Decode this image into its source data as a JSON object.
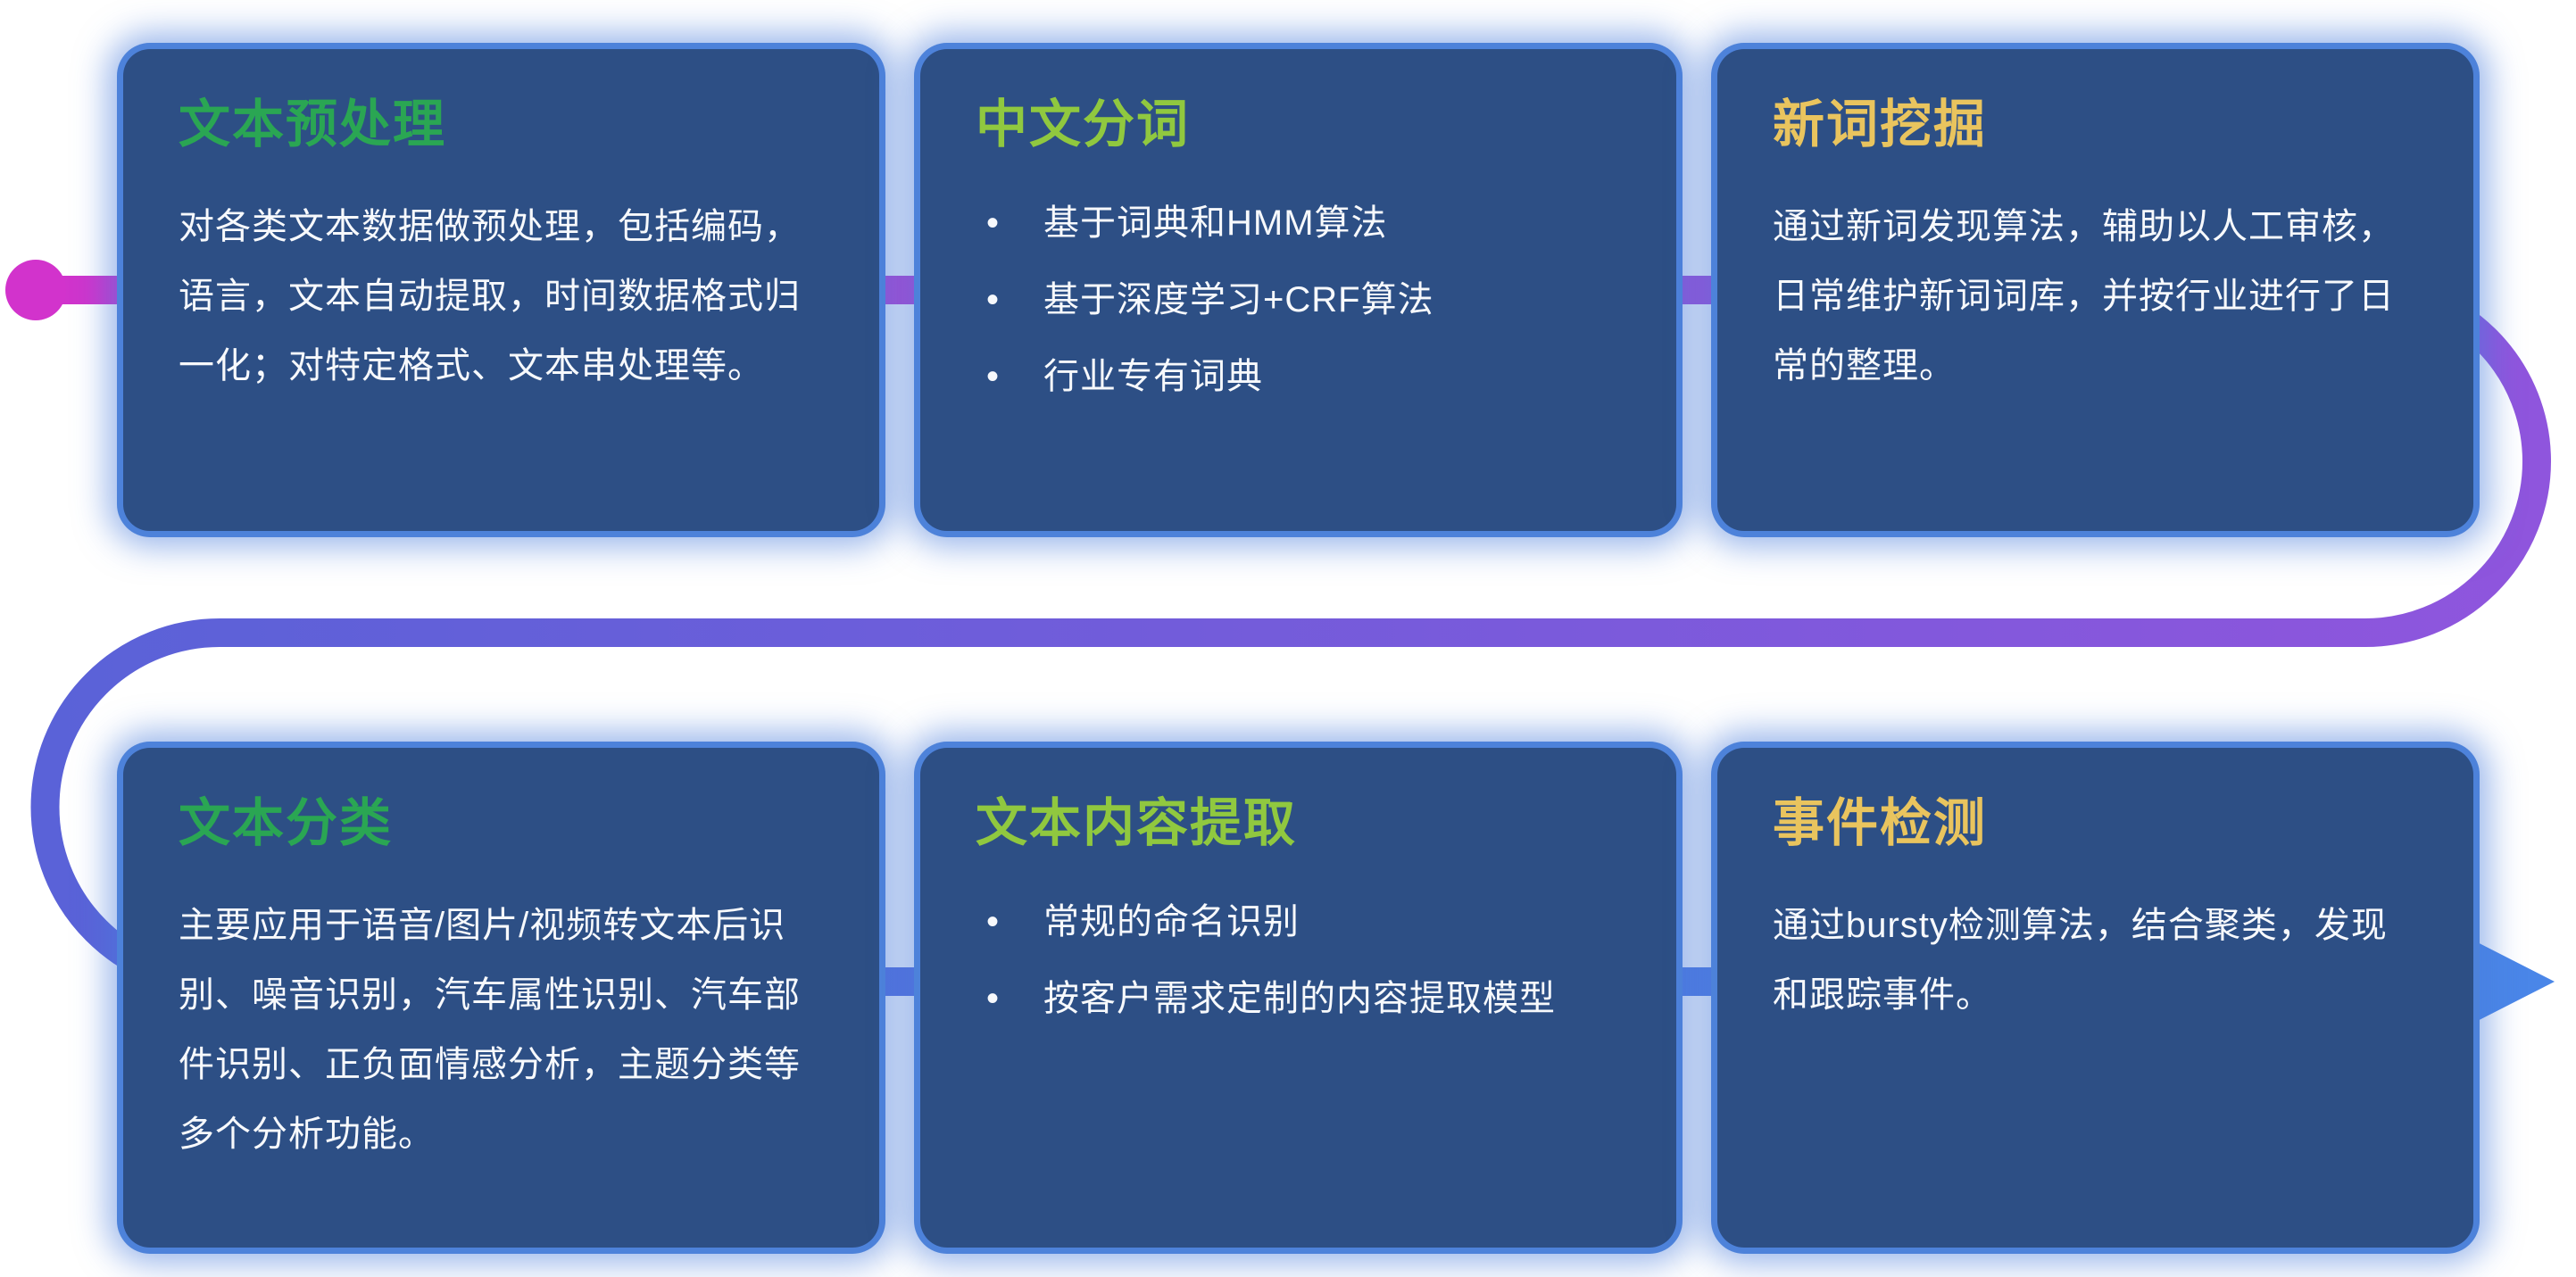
{
  "theme": {
    "page-bg": "#ffffff",
    "card-bg": "#2d4f85",
    "card-glow": "#4d82da",
    "body-text": "#f7f9fc"
  },
  "flow": {
    "start_color": "#d233cc",
    "mid_color": "#8f55dd",
    "mid_blue_color": "#5a62d8",
    "end_color": "#4a86e8"
  },
  "cards": [
    {
      "title": "文本预处理",
      "title_color": "#2aa653",
      "body": "对各类文本数据做预处理，包括编码，语言，文本自动提取，时间数据格式归一化；对特定格式、文本串处理等。",
      "bullets": []
    },
    {
      "title": "中文分词",
      "title_color": "#90c83f",
      "body": "",
      "bullets": [
        "基于词典和HMM算法",
        "基于深度学习+CRF算法",
        "行业专有词典"
      ]
    },
    {
      "title": "新词挖掘",
      "title_color": "#e9c45e",
      "body": "通过新词发现算法，辅助以人工审核，日常维护新词词库，并按行业进行了日常的整理。",
      "bullets": []
    },
    {
      "title": "文本分类",
      "title_color": "#2aa653",
      "body": "主要应用于语音/图片/视频转文本后识别、噪音识别，汽车属性识别、汽车部件识别、正负面情感分析，主题分类等多个分析功能。",
      "bullets": []
    },
    {
      "title": "文本内容提取",
      "title_color": "#90c83f",
      "body": "",
      "bullets": [
        "常规的命名识别",
        "按客户需求定制的内容提取模型"
      ]
    },
    {
      "title": "事件检测",
      "title_color": "#e9c45e",
      "body": "通过bursty检测算法，结合聚类，发现和跟踪事件。",
      "bullets": []
    }
  ]
}
